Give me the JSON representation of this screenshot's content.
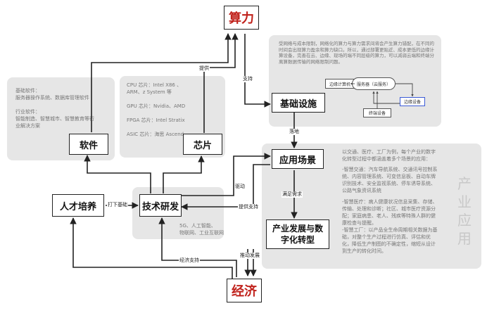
{
  "nodes": {
    "suanli": "算力",
    "jingji": "经济",
    "jichu": "基础设施",
    "yingyong": "应用场景",
    "chanye": "产业发展与数字化转型",
    "ruanjian": "软件",
    "xinpian": "芯片",
    "rencai": "人才培养",
    "jishu": "技术研发"
  },
  "edges": {
    "tigong": "提供",
    "zhichi": "支持",
    "luodi": "落地",
    "qudong": "驱动",
    "tigong_zhichi": "提供支持",
    "manzu_xuqiu": "满足需求",
    "tuidong_fazhan": "推动发展",
    "dahao_jichu": "打下基础",
    "jingji_zhichi": "经济支持"
  },
  "panels": {
    "software": "基础软件：\n服务器操作系统、数据库管理软件\n\n行业软件：\n智能制造、智慧城市、智慧教育等行业解决方案",
    "chips": "CPU 芯片：Intel X86 、\nARM、z System 等\n\nGPU 芯片：Nvidia、AMD\n\nFPGA 芯片：Intel Stratix\n\nASIC 芯片：海思 Ascend",
    "tech": "5G、人工智能、\n物联网、工业互联网",
    "infra": "受网络与成本限制，网络化的算力与算力需求间将会产生算力错配，在不同的时间会出现算力盈余和算力缺口。所以，通过部署更贴近、成本更低的边缘计算设备，完善在云、边缘、现场的端不同层级的算力，可以减弱云端和终端分离算数据传输的网络限制问题。",
    "apps_intro": "以交通、医疗、工厂为例，每个产业的数字化转型过程中都涵盖着多个场景的应用：",
    "apps_traffic": "-智慧交通：汽车导航系统、交通讯号控制系统、内容管理系统、可变信息板、自动车牌识别技术、安全监视系统、停车诱导系统、公路气象资讯系统",
    "apps_medical": "-智慧医疗：病人健康状况信息采集、存储、传输、处理和诊断；社区、城市医疗资源分配；家庭病患、老人、残疾等特殊人群的健康检查与提醒。",
    "apps_factory": "-智慧工厂：以产品全生命周期相关数据为基础，对整个生产过程进行仿真、评估和优化，降低生产制图的不确定性，缩短从设计到生产的转化时间。",
    "side_title": "产业应用"
  },
  "infra_mini": {
    "edge_compute": "边缘计算机",
    "cloud": "服务器（云服务）",
    "edge_device": "边缘设备",
    "terminal": "终端设备"
  },
  "colors": {
    "accent": "#c0211b",
    "panel": "#e6e6e6",
    "line": "#222222",
    "mini_blue": "#3b5bd6"
  }
}
